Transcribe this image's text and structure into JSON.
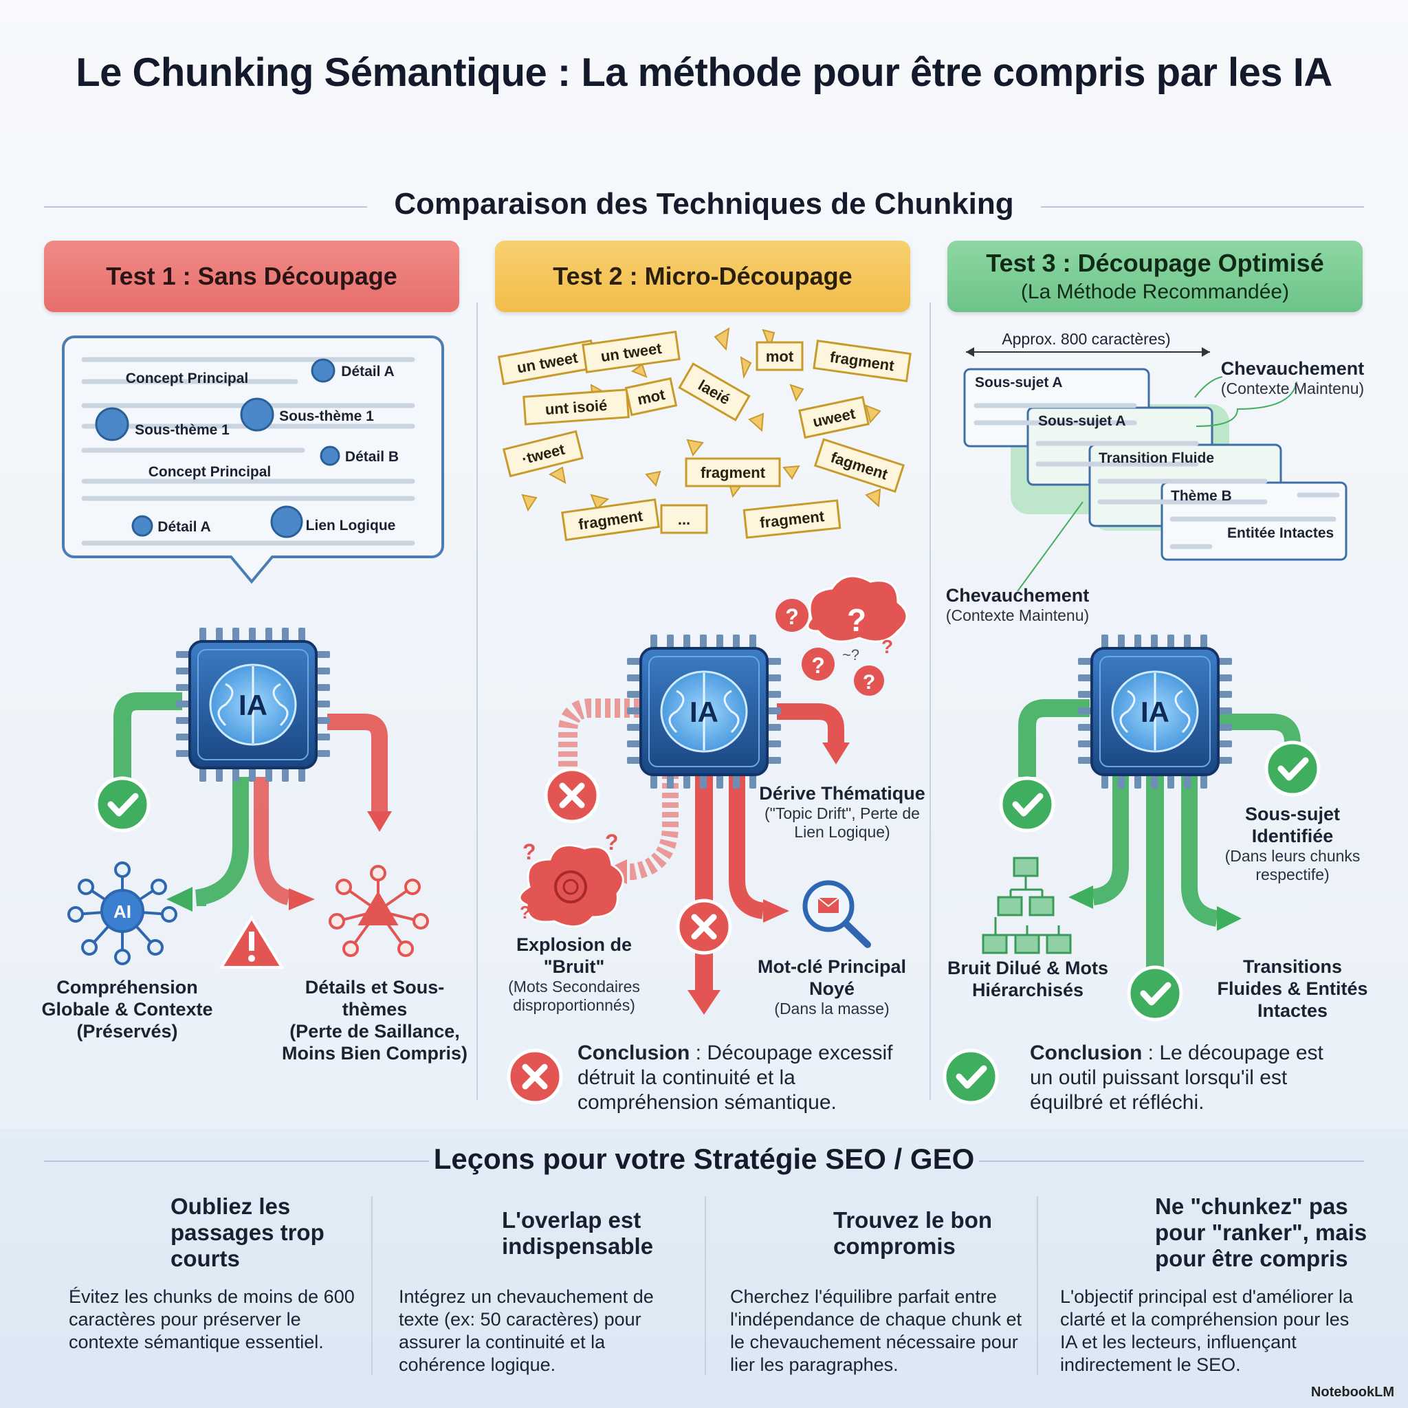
{
  "title": "Le Chunking Sémantique : La méthode pour être compris par les IA",
  "comparison_title": "Comparaison des Techniques de Chunking",
  "tests": [
    {
      "heading": "Test 1 : Sans Découpage",
      "doc_labels": [
        "Concept Principal",
        "Détail A",
        "Sous-thème 1",
        "Sous-thème 1",
        "Détail B",
        "Concept Principal",
        "Détail A",
        "Lien Logique"
      ],
      "chip": "IA",
      "network_icon": "AI",
      "outcomes": [
        {
          "title": "Compréhension Globale & Contexte",
          "note": "(Préservés)"
        },
        {
          "title": "Détails et Sous-thèmes",
          "note": "(Perte de Saillance, Moins Bien Compris)"
        }
      ]
    },
    {
      "heading": "Test 2 : Micro-Découpage",
      "fragments": [
        "un tweet",
        "un tweet",
        "mot",
        "fragment",
        "unt isoié",
        "mot",
        "laeié",
        "uweet",
        "·tweet",
        "fragment",
        "fagment",
        "fragment",
        "...",
        "fragment"
      ],
      "chip": "IA",
      "outcomes": [
        {
          "title": "Dérive Thématique",
          "note": "(\"Topic Drift\", Perte de Lien Logique)"
        },
        {
          "title": "Explosion de \"Bruit\"",
          "note": "(Mots Secondaires disproportionnés)"
        },
        {
          "title": "Mot-clé Principal Noyé",
          "note": "(Dans la masse)"
        }
      ],
      "conclusion_label": "Conclusion",
      "conclusion_text": " : Découpage excessif détruit la continuité et la compréhension sémantique."
    },
    {
      "heading": "Test 3 : Découpage Optimisé",
      "subheading": "(La Méthode Recommandée)",
      "size_label": "Approx. 800 caractères)",
      "chunks": [
        "Sous-sujet A",
        "Sous-sujet A",
        "Transition Fluide",
        "Thème B",
        "Entitée Intactes"
      ],
      "overlap_title": "Chevauchement",
      "overlap_note": "(Contexte Maintenu)",
      "overlap_title_2": "Chevauchement",
      "overlap_note_2": "(Contexte Maintenu)",
      "chip": "IA",
      "outcomes": [
        {
          "title": "Sous-sujet Identifiée",
          "note": "(Dans leurs chunks respectife)"
        },
        {
          "title": "Bruit Dilué & Mots Hiérarchisés",
          "note": ""
        },
        {
          "title": "Transitions Fluides & Entités Intactes",
          "note": ""
        }
      ],
      "conclusion_label": "Conclusion",
      "conclusion_text": " : Le découpage est un outil puissant lorsqu'il est équilbré et réfléchi."
    }
  ],
  "lessons_title": "Leçons pour votre Stratégie SEO / GEO",
  "lessons": [
    {
      "icon": "broken-link-icon",
      "title": "Oubliez les passages trop courts",
      "text": "Évitez les chunks de moins de 600 caractères pour préserver le contexte sémantique essentiel."
    },
    {
      "icon": "puzzle-icon",
      "title": "L'overlap est indispensable",
      "text": "Intégrez un chevauchement de texte (ex: 50 caractères) pour assurer la continuité et la cohérence logique."
    },
    {
      "icon": "scale-icon",
      "title": "Trouvez le bon compromis",
      "text": "Cherchez l'équilibre parfait entre l'indépendance de chaque chunk et le chevauchement nécessaire pour lier les paragraphes."
    },
    {
      "icon": "target-icon",
      "title": "Ne \"chunkez\" pas pour \"ranker\", mais pour être compris",
      "text": "L'objectif principal est d'améliorer la clarté et la compréhension pour les IA et les lecteurs, influençant indirectement le SEO."
    }
  ],
  "footer": "NotebookLM",
  "colors": {
    "red": "#e35552",
    "green": "#3fae5e",
    "yellow": "#f1bd4a",
    "chip_blue": "#1f4f8e"
  }
}
